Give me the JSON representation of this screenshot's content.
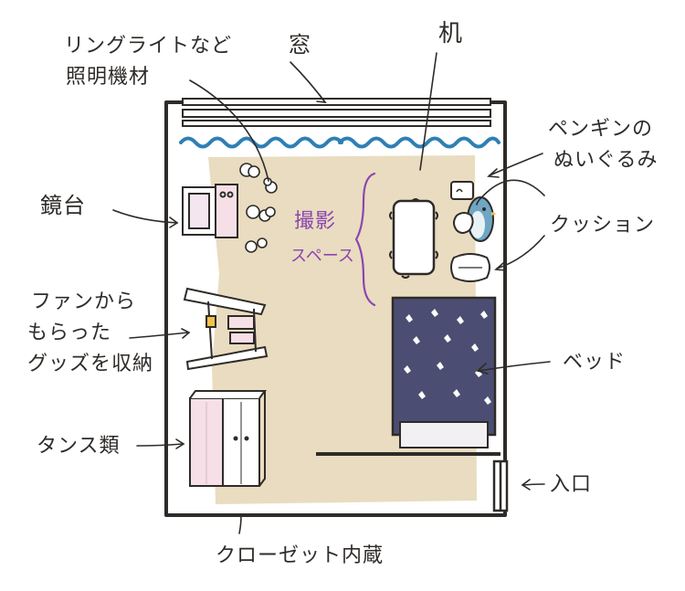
{
  "labels": {
    "ring_light_line1": "リングライトなど",
    "ring_light_line2": "照明機材",
    "window": "窓",
    "desk": "机",
    "penguin_line1": "ペンギンの",
    "penguin_line2": "ぬいぐるみ",
    "cushion": "クッション",
    "mirror_stand": "鏡台",
    "fan_goods_line1": "ファンから",
    "fan_goods_line2": "もらった",
    "fan_goods_line3": "グッズを収納",
    "bed": "ベッド",
    "dresser": "タンス類",
    "entrance": "入口",
    "closet": "クローゼット内蔵",
    "photo_space_line1": "撮影",
    "photo_space_line2": "スペース"
  },
  "colors": {
    "wall_outline": "#2e2b28",
    "floor_beige": "#e9dcc0",
    "curtain_blue": "#2f7fb4",
    "bed_navy": "#4b4e72",
    "bed_blanket": "#f3f0f4",
    "photo_space_purple": "#8a46b0",
    "penguin_blue": "#6fa6c4",
    "dresser_pink": "#f6dfe6"
  }
}
